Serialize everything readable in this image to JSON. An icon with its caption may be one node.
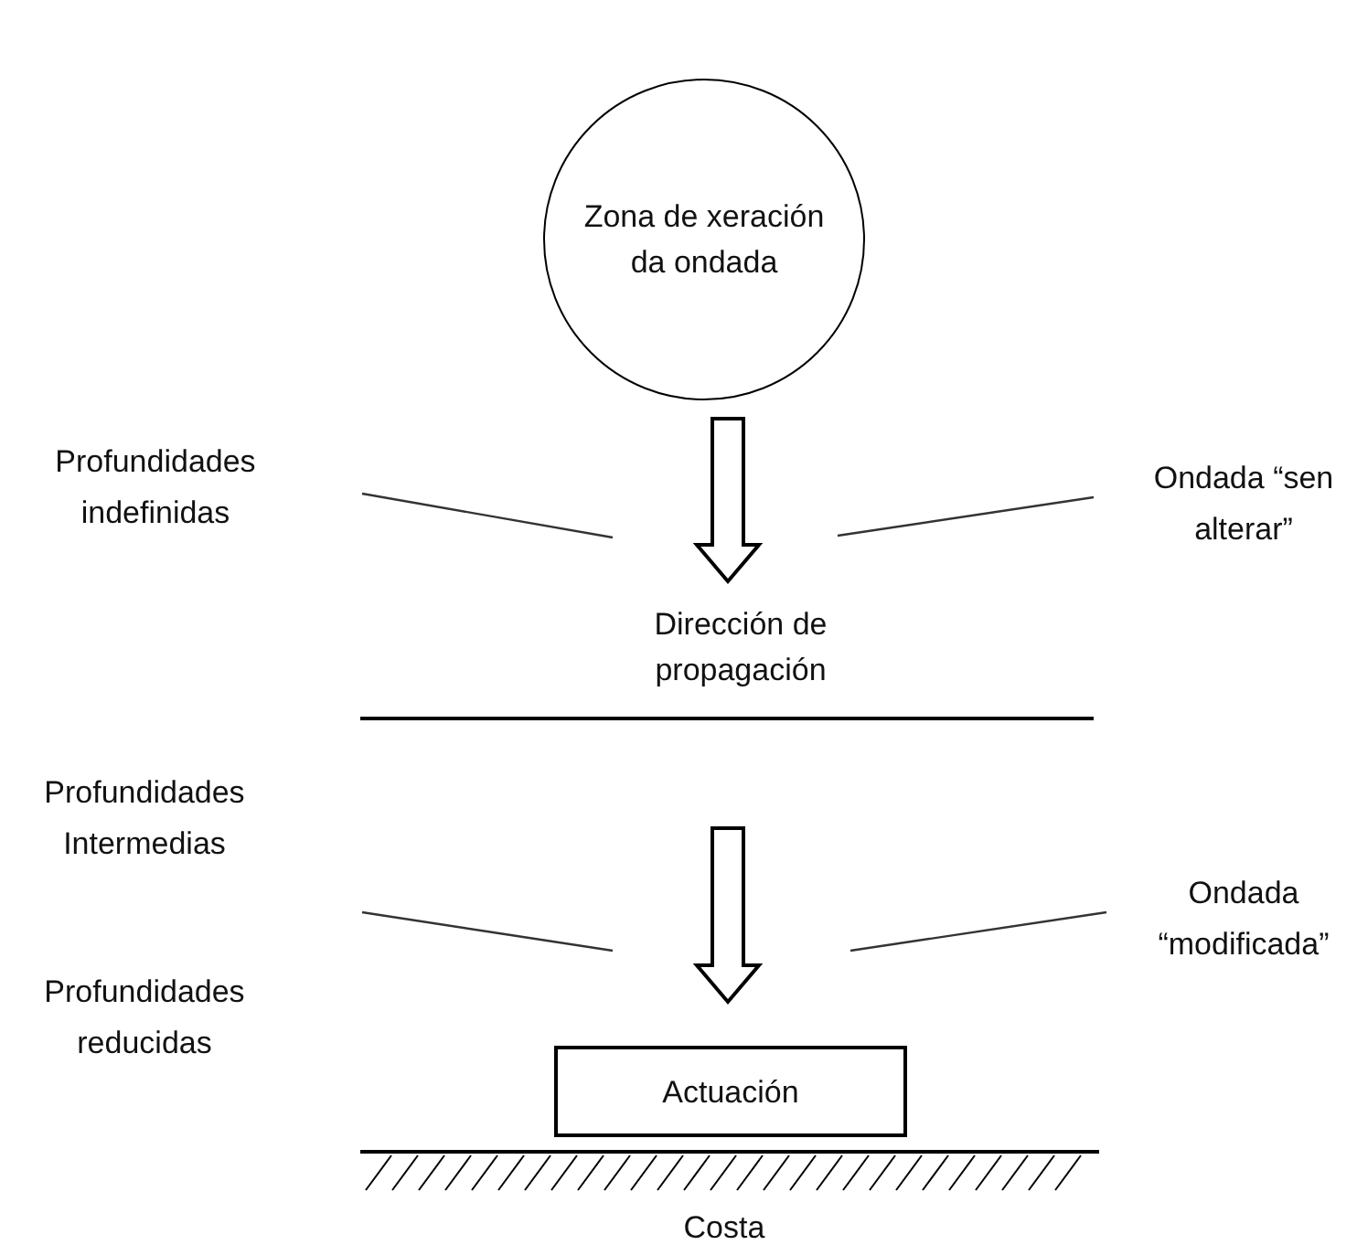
{
  "diagram": {
    "nodes": [
      {
        "text": [
          "Zona de xeración da ondada"
        ]
      },
      {
        "text": [
          "Dirección de propagación"
        ]
      },
      {
        "text": [
          "Actuación"
        ]
      }
    ],
    "edges": [
      {
        "from": 0,
        "to": 1,
        "arrow": "to"
      },
      {
        "from": null,
        "to": 2,
        "arrow": "to"
      }
    ],
    "labels": [
      "Profundidades indefinidas",
      "Ondada “sen alterar”",
      "Profundidades Intermedias",
      "Ondada “modificada”",
      "Profundidades reducidas",
      "Costa"
    ]
  }
}
